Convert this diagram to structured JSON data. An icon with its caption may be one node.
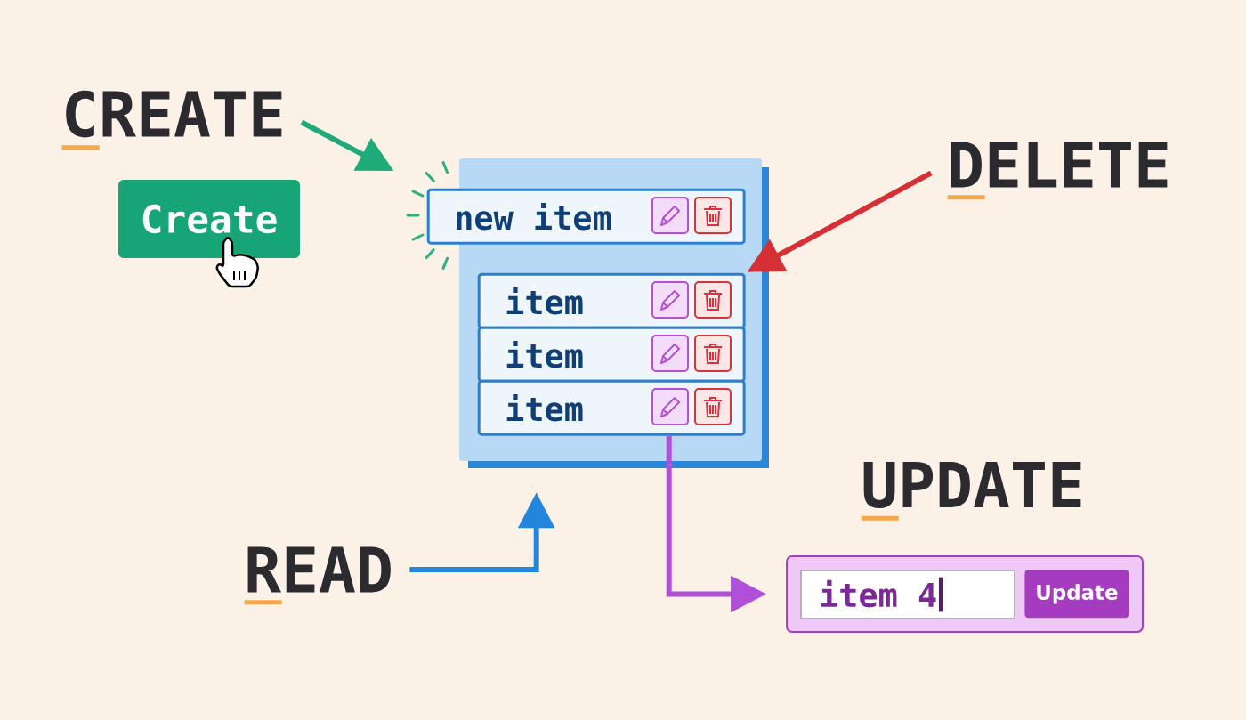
{
  "diagram": {
    "nodes": [
      {
        "text": [
          "CREATE"
        ]
      },
      {
        "text": [
          "Create"
        ]
      },
      {
        "text": [],
        "shape": "box"
      },
      {
        "text": [
          "new item"
        ],
        "in": 2
      },
      {
        "text": [
          "item"
        ],
        "in": 2
      },
      {
        "text": [
          "item"
        ],
        "in": 2
      },
      {
        "text": [
          "item"
        ],
        "in": 2
      },
      {
        "text": [
          "DELETE"
        ]
      },
      {
        "text": [
          "READ"
        ]
      },
      {
        "text": [],
        "shape": "box"
      },
      {
        "text": [
          "item 4"
        ],
        "in": 9
      },
      {
        "text": [
          "Update"
        ],
        "in": 9
      }
    ],
    "edges": [
      {
        "from": 0,
        "to": 3,
        "arrow": "to",
        "color": "#1faa7a"
      },
      {
        "from": 7,
        "to": 4,
        "arrow": "to",
        "color": "#d62f35"
      },
      {
        "from": 8,
        "to": 2,
        "arrow": "to",
        "color": "#2386dc"
      },
      {
        "from": 6,
        "to": 9,
        "arrow": "to",
        "color": "#b04fd8"
      }
    ],
    "labels": [
      "UPDATE"
    ]
  }
}
